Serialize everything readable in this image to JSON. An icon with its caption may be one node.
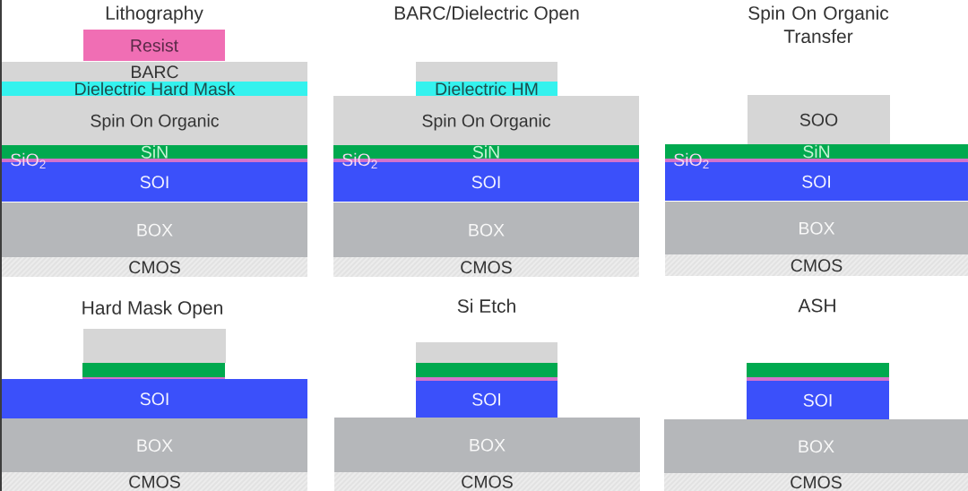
{
  "diagram": {
    "nodes": [
      {
        "text": [
          "Resist"
        ]
      },
      {
        "text": [
          "BARC"
        ]
      },
      {
        "text": [
          "Dielectric Hard Mask"
        ]
      },
      {
        "text": [
          "Spin On Organic"
        ]
      },
      {
        "text": [
          "SiN"
        ]
      },
      {
        "text": [
          "SiO$_{2}$"
        ]
      },
      {
        "text": [
          "SOI"
        ]
      },
      {
        "text": [
          "BOX"
        ]
      },
      {
        "text": [
          "CMOS"
        ]
      },
      {
        "text": [],
        "shape": "box"
      },
      {
        "text": [
          "Dielectric HM"
        ]
      },
      {
        "text": [
          "Spin On Organic"
        ]
      },
      {
        "text": [
          "SiN"
        ]
      },
      {
        "text": [
          "SiO$_{2}$"
        ]
      },
      {
        "text": [
          "SOI"
        ]
      },
      {
        "text": [
          "BOX"
        ]
      },
      {
        "text": [
          "CMOS"
        ]
      },
      {
        "text": [
          "SOO"
        ]
      },
      {
        "text": [
          "SiN"
        ]
      },
      {
        "text": [
          "SiO$_{2}$"
        ]
      },
      {
        "text": [
          "SOI"
        ]
      },
      {
        "text": [
          "BOX"
        ]
      },
      {
        "text": [
          "CMOS"
        ]
      },
      {
        "text": [],
        "shape": "box"
      },
      {
        "text": [],
        "shape": "box"
      },
      {
        "text": [],
        "shape": "box"
      },
      {
        "text": [
          "SOI"
        ]
      },
      {
        "text": [
          "BOX"
        ]
      },
      {
        "text": [
          "CMOS"
        ]
      },
      {
        "text": [],
        "shape": "box"
      },
      {
        "text": [],
        "shape": "box"
      },
      {
        "text": [],
        "shape": "box"
      },
      {
        "text": [
          "SOI"
        ]
      },
      {
        "text": [
          "BOX"
        ]
      },
      {
        "text": [
          "CMOS"
        ]
      },
      {
        "text": [],
        "shape": "box"
      },
      {
        "text": [],
        "shape": "box"
      },
      {
        "text": [
          "SOI"
        ]
      },
      {
        "text": [
          "BOX"
        ]
      },
      {
        "text": [
          "CMOS"
        ]
      }
    ],
    "labels": [
      "Lithography",
      "BARC/Dielectric Open",
      "Spin On Organic Transfer",
      "Hard Mask Open",
      "Si Etch",
      "ASH"
    ]
  }
}
